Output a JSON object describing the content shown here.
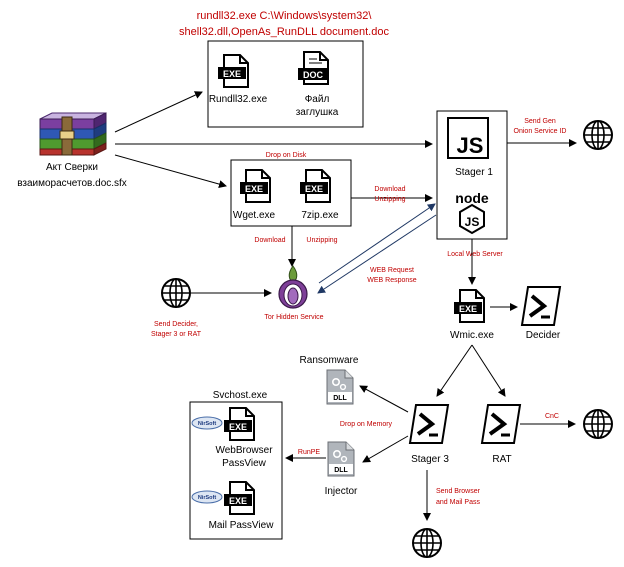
{
  "top_command": {
    "line1": "rundll32.exe C:\\Windows\\system32\\",
    "line2": "shell32.dll,OpenAs_RunDLL document.doc"
  },
  "sfx": {
    "line1": "Акт Сверки",
    "line2": "взаиморасчетов.doc.sfx"
  },
  "files": {
    "rundll": "Rundll32.exe",
    "doc_line1": "Файл",
    "doc_line2": "заглушка",
    "wget": "Wget.exe",
    "zip": "7zip.exe",
    "wmic": "Wmic.exe",
    "ransomware": "Ransomware",
    "injector": "Injector",
    "webbrowser_line1": "WebBrowser",
    "webbrowser_line2": "PassView",
    "mailpass": "Mail PassView"
  },
  "nodes": {
    "stager1": "Stager 1",
    "stager3": "Stager 3",
    "rat": "RAT",
    "decider": "Decider",
    "svchost": "Svchost.exe"
  },
  "labels": {
    "drop_on_disk": "Drop on Disk",
    "download": "Download",
    "unzipping": "Unzipping",
    "download_unzipping_1": "Download",
    "download_unzipping_2": "Unzipping",
    "send_gen_1": "Send Gen",
    "send_gen_2": "Onion Service ID",
    "local_web_server": "Local Web Server",
    "web_request": "WEB Request",
    "web_response": "WEB Response",
    "tor": "Tor Hidden Service",
    "send_decider_1": "Send Decider,",
    "send_decider_2": "Stager 3 or RAT",
    "drop_on_memory": "Drop on Memory",
    "runpe": "RunPE",
    "cnc": "CnC",
    "send_browser_1": "Send Browser",
    "send_browser_2": "and Mail Pass"
  },
  "icons": {
    "exe": "EXE",
    "doc": "DOC",
    "dll": "DLL",
    "js": "JS",
    "nirsoft": "NirSoft",
    "node": "node"
  },
  "colors": {
    "label_red": "#c00000",
    "tor_purple": "#7e3f98",
    "arrow_blue": "#1f3864"
  }
}
